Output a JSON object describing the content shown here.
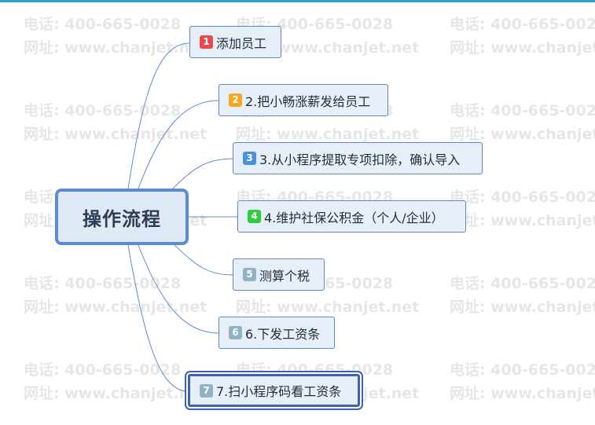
{
  "watermark": {
    "phone": "电话: 400-665-0028",
    "site": "网址: www.chanjet.net"
  },
  "center": {
    "label": "操作流程"
  },
  "branches": [
    {
      "num": "1",
      "label": "添加员工",
      "badge_color": "#e84a4a"
    },
    {
      "num": "2",
      "label": "2.把小畅涨薪发给员工",
      "badge_color": "#f5a623"
    },
    {
      "num": "3",
      "label": "3.从小程序提取专项扣除，确认导入",
      "badge_color": "#4a90e2"
    },
    {
      "num": "4",
      "label": "4.维护社保公积金（个人/企业）",
      "badge_color": "#2ecc40"
    },
    {
      "num": "5",
      "label": "测算个税",
      "badge_color": "#8fb3c4"
    },
    {
      "num": "6",
      "label": "6.下发工资条",
      "badge_color": "#8fb3c4"
    },
    {
      "num": "7",
      "label": "7.扫小程序码看工资条",
      "badge_color": "#8fb3c4"
    }
  ],
  "colors": {
    "link": "#5b8bd0",
    "node_fill": "#e6eef8",
    "node_border": "#5f87c0",
    "top_bar": "#2aa4c9"
  }
}
